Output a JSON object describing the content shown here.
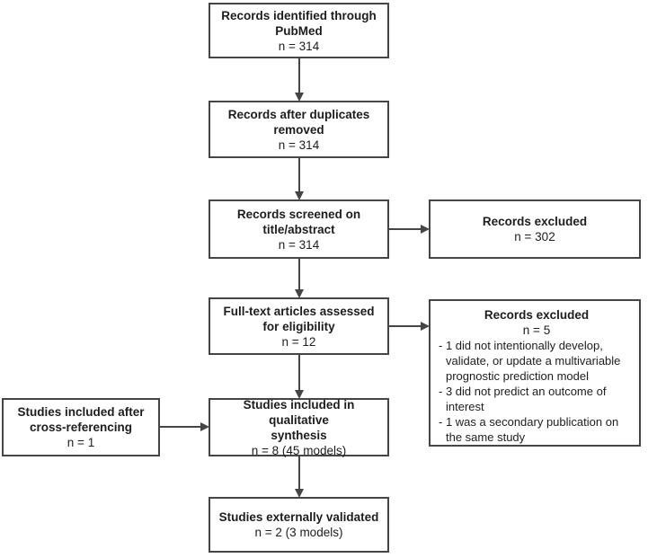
{
  "figure": {
    "type": "flow-diagram",
    "description": "PRISMA-style study selection flow diagram",
    "colors": {
      "background": "#ffffff",
      "box_fill": "#ffffff",
      "box_border": "#454545",
      "text": "#1d1d1d"
    },
    "boxes": {
      "identified": {
        "title": "Records identified through\nPubMed",
        "count": "n = 314"
      },
      "duplicates_removed": {
        "title": "Records after duplicates\nremoved",
        "count": "n = 314"
      },
      "screened": {
        "title": "Records screened on\ntitle/abstract",
        "count": "n = 314"
      },
      "fulltext_assessed": {
        "title": "Full-text articles assessed\nfor eligibility",
        "count": "n = 12"
      },
      "qualitative_synthesis": {
        "title": "Studies included in qualitative\nsynthesis",
        "count": "n = 8 (45 models)"
      },
      "externally_validated": {
        "title": "Studies externally validated",
        "count": "n = 2 (3 models)"
      },
      "cross_referencing": {
        "title": "Studies included after\ncross-referencing",
        "count": "n = 1"
      },
      "excluded_screening": {
        "title": "Records excluded",
        "count": "n = 302"
      },
      "excluded_fulltext": {
        "title": "Records excluded",
        "count": "n = 5",
        "reasons": [
          "- 1 did not intentionally develop,\nvalidate, or update a multivariable\nprognostic prediction model",
          "- 3 did not predict an outcome of\ninterest",
          "- 1 was a secondary publication on\n the same study"
        ]
      }
    }
  }
}
